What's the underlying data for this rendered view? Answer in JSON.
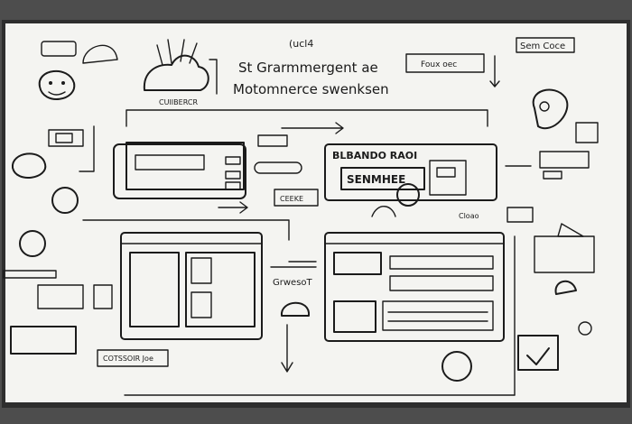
{
  "whiteboard": {
    "heading_line1": "St Grarmmergent ae",
    "heading_line2": "Motomnerce swenksen",
    "top_scribble": "(ucl4",
    "brain_caption": "CUIIBERCR",
    "top_right_label": "Sem Coce",
    "top_right_sub": "Foux  oec",
    "center_panel_title": "BLBANDO RAOI",
    "center_panel_banner": "SENMHEE",
    "center_tag": "CEEKE",
    "right_small_label": "Cloao",
    "middle_caption": "GrwesoT",
    "bottom_box_label": "COTSSOIR  Joe"
  },
  "colors": {
    "board": "#f4f4f1",
    "frame": "#2e2e2e",
    "ink": "#1b1b1b",
    "wall": "#4a4a4a"
  }
}
